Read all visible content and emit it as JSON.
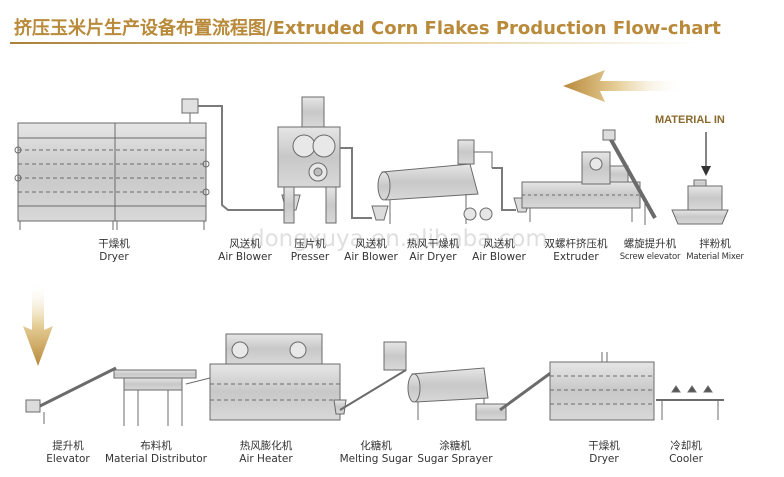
{
  "title": "挤压玉米片生产设备布置流程图/Extruded Corn Flakes Production Flow-chart",
  "material_in": "MATERIAL IN",
  "watermark": "dongxuya.en.alibaba.com",
  "colors": {
    "title": "#b88a3a",
    "arrow_gold": "#c9a45a",
    "machine_stroke": "#6b6b6b",
    "machine_fill": "#d9d9d9"
  },
  "top_row": [
    {
      "zh": "干燥机",
      "en": "Dryer"
    },
    {
      "zh": "风送机",
      "en": "Air Blower"
    },
    {
      "zh": "压片机",
      "en": "Presser"
    },
    {
      "zh": "风送机",
      "en": "Air Blower"
    },
    {
      "zh": "热风干燥机",
      "en": "Air Dryer"
    },
    {
      "zh": "风送机",
      "en": "Air Blower"
    },
    {
      "zh": "双螺杆挤压机",
      "en": "Extruder"
    },
    {
      "zh": "螺旋提升机",
      "en": "Screw elevator"
    },
    {
      "zh": "拌粉机",
      "en": "Material Mixer"
    }
  ],
  "bottom_row": [
    {
      "zh": "提升机",
      "en": "Elevator"
    },
    {
      "zh": "布料机",
      "en": "Material Distributor"
    },
    {
      "zh": "热风膨化机",
      "en": "Air Heater"
    },
    {
      "zh": "化糖机",
      "en": "Melting Sugar"
    },
    {
      "zh": "涂糖机",
      "en": "Sugar Sprayer"
    },
    {
      "zh": "干燥机",
      "en": "Dryer"
    },
    {
      "zh": "冷却机",
      "en": "Cooler"
    }
  ]
}
